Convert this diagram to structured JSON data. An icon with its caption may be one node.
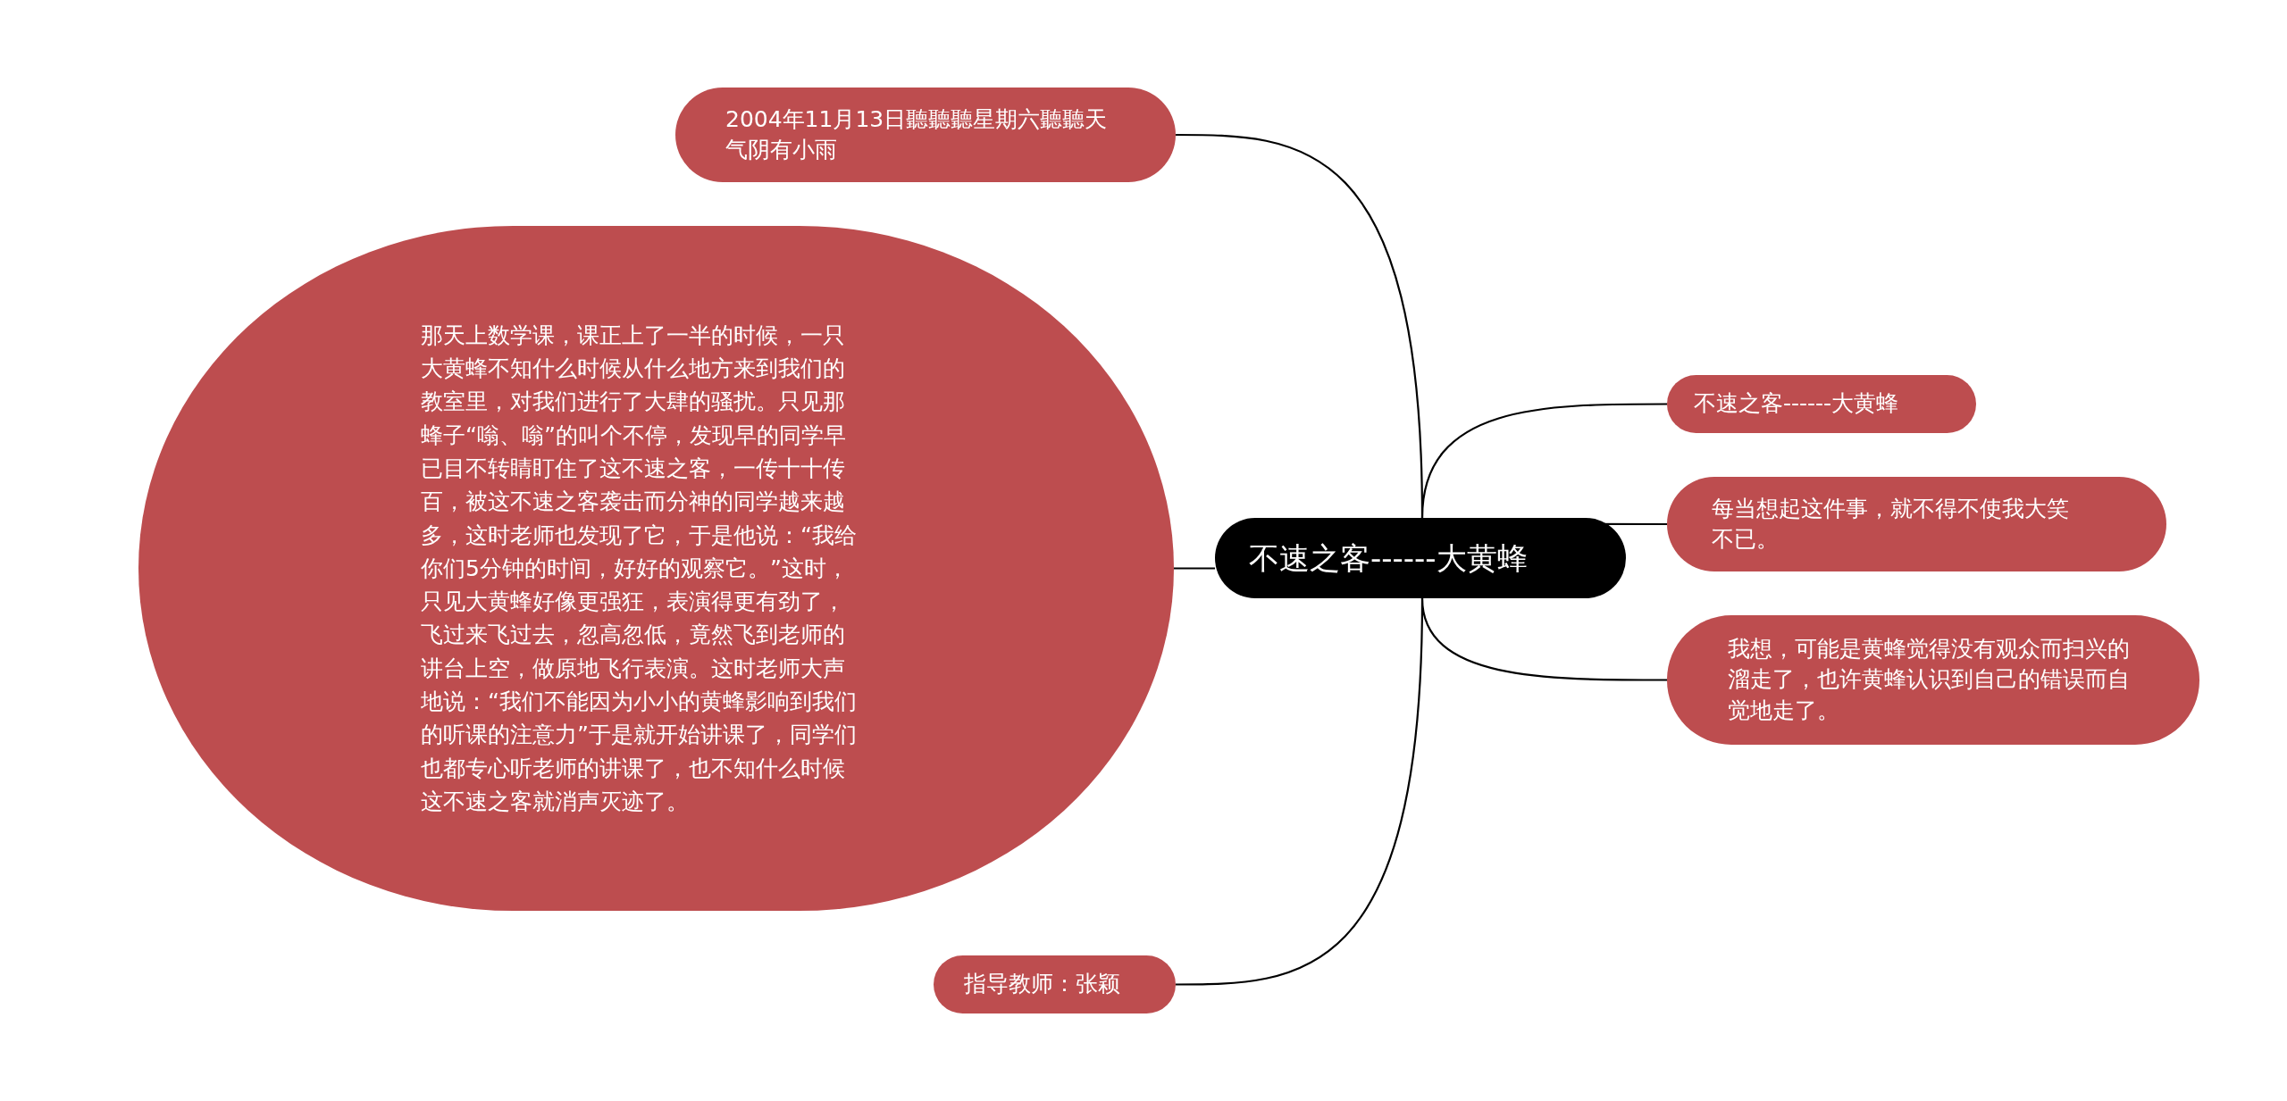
{
  "diagram": {
    "nodes": [
      {
        "text": [
          "不速之客------大黄蜂"
        ]
      },
      {
        "text": [
          "2004年11月13日聽聽聽星期六聽聽天气阴有小雨"
        ]
      },
      {
        "text": [
          "那天上数学课，课正上了一半的时候，一只大黄蜂不知什么时候从什么地方来到我们的教室里，对我们进行了大肆的骚扰。只见那蜂子“嗡、嗡”的叫个不停，发现早的同学早已目不转睛盯住了这不速之客，一传十十传百，被这不速之客袭击而分神的同学越来越多，这时老师也发现了它，于是他说：“我给你们5分钟的时间，好好的观察它。”这时，只见大黄蜂好像更强狂，表演得更有劲了，飞过来飞过去，忽高忽低，竟然飞到老师的讲台上空，做原地飞行表演。这时老师大声地说：“我们不能因为小小的黄蜂影响到我们的听课的注意力”于是就开始讲课了，同学们也都专心听老师的讲课了，也不知什么时候这不速之客就消声灭迹了。"
        ]
      },
      {
        "text": [
          "指导教师：张颖"
        ]
      },
      {
        "text": [
          "不速之客------大黄蜂"
        ]
      },
      {
        "text": [
          "每当想起这件事，就不得不使我大笑不已。"
        ]
      },
      {
        "text": [
          "我想，可能是黄蜂觉得没有观众而扫兴的溜走了，也许黄蜂认识到自己的错误而自觉地走了。"
        ]
      }
    ],
    "edges": [
      {
        "from": 0,
        "to": 1,
        "arrow": "none"
      },
      {
        "from": 0,
        "to": 2,
        "arrow": "none"
      },
      {
        "from": 0,
        "to": 3,
        "arrow": "none"
      },
      {
        "from": 0,
        "to": 4,
        "arrow": "none"
      },
      {
        "from": 0,
        "to": 5,
        "arrow": "none"
      },
      {
        "from": 0,
        "to": 6,
        "arrow": "none"
      }
    ]
  }
}
